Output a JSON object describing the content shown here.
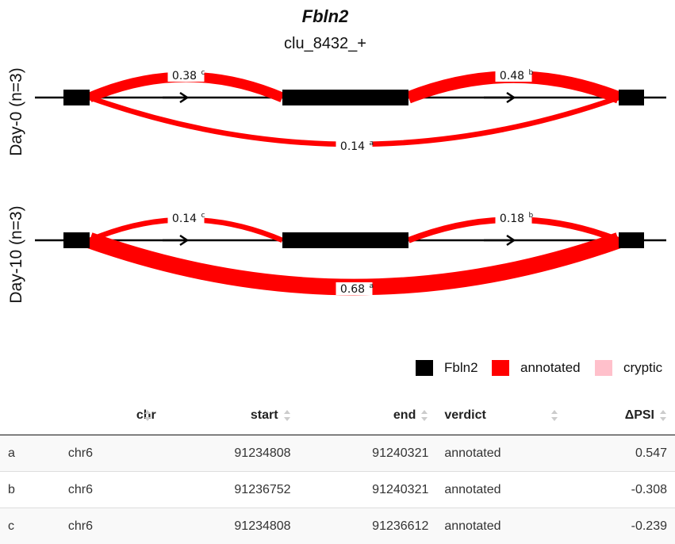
{
  "plot": {
    "gene": "Fbln2",
    "cluster": "clu_8432_+",
    "panels": [
      {
        "label": "Day-0 (n=3)",
        "junctions": [
          {
            "id": "c",
            "value": "0.38",
            "psi": 0.38,
            "from": "exon1",
            "to": "exon2",
            "side": "top"
          },
          {
            "id": "b",
            "value": "0.48",
            "psi": 0.48,
            "from": "exon2",
            "to": "exon3",
            "side": "top"
          },
          {
            "id": "a",
            "value": "0.14",
            "psi": 0.14,
            "from": "exon1",
            "to": "exon3",
            "side": "bottom"
          }
        ]
      },
      {
        "label": "Day-10 (n=3)",
        "junctions": [
          {
            "id": "c",
            "value": "0.14",
            "psi": 0.14,
            "from": "exon1",
            "to": "exon2",
            "side": "top"
          },
          {
            "id": "b",
            "value": "0.18",
            "psi": 0.18,
            "from": "exon2",
            "to": "exon3",
            "side": "top"
          },
          {
            "id": "a",
            "value": "0.68",
            "psi": 0.68,
            "from": "exon1",
            "to": "exon3",
            "side": "bottom"
          }
        ]
      }
    ],
    "colors": {
      "gene": "#000000",
      "annotated": "#ff0000",
      "cryptic": "#ffc0cb"
    }
  },
  "legend": [
    {
      "label": "Fbln2",
      "color": "#000000"
    },
    {
      "label": "annotated",
      "color": "#ff0000"
    },
    {
      "label": "cryptic",
      "color": "#ffc0cb"
    }
  ],
  "table": {
    "columns": [
      "",
      "chr",
      "start",
      "end",
      "verdict",
      "ΔPSI"
    ],
    "rows": [
      [
        "a",
        "chr6",
        "91234808",
        "91240321",
        "annotated",
        "0.547"
      ],
      [
        "b",
        "chr6",
        "91236752",
        "91240321",
        "annotated",
        "-0.308"
      ],
      [
        "c",
        "chr6",
        "91234808",
        "91236612",
        "annotated",
        "-0.239"
      ]
    ]
  }
}
